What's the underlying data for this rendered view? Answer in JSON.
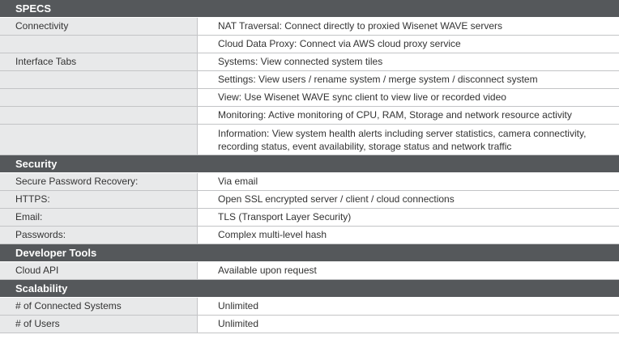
{
  "sections": [
    {
      "title": "SPECS",
      "rows": [
        {
          "label": "Connectivity",
          "value": "NAT Traversal: Connect directly to proxied Wisenet WAVE servers"
        },
        {
          "label": "",
          "value": "Cloud Data Proxy: Connect via AWS cloud proxy service"
        },
        {
          "label": "Interface Tabs",
          "value": "Systems: View connected system tiles"
        },
        {
          "label": "",
          "value": "Settings: View users / rename system / merge system / disconnect system"
        },
        {
          "label": "",
          "value": "View: Use Wisenet WAVE sync client to view live or recorded video"
        },
        {
          "label": "",
          "value": "Monitoring: Active monitoring of CPU, RAM, Storage and network resource activity"
        },
        {
          "label": "",
          "value": "Information: View system health alerts including server statistics, camera connectivity, recording status, event availability, storage status and network traffic"
        }
      ]
    },
    {
      "title": "Security",
      "rows": [
        {
          "label": "Secure Password Recovery:",
          "value": "Via email"
        },
        {
          "label": "HTTPS:",
          "value": "Open SSL encrypted server / client / cloud connections"
        },
        {
          "label": "Email:",
          "value": "TLS (Transport Layer Security)"
        },
        {
          "label": "Passwords:",
          "value": "Complex multi-level hash"
        }
      ]
    },
    {
      "title": "Developer Tools",
      "rows": [
        {
          "label": "Cloud API",
          "value": "Available upon request"
        }
      ]
    },
    {
      "title": "Scalability",
      "rows": [
        {
          "label": "# of Connected Systems",
          "value": "Unlimited"
        },
        {
          "label": "# of Users",
          "value": "Unlimited"
        }
      ]
    }
  ]
}
